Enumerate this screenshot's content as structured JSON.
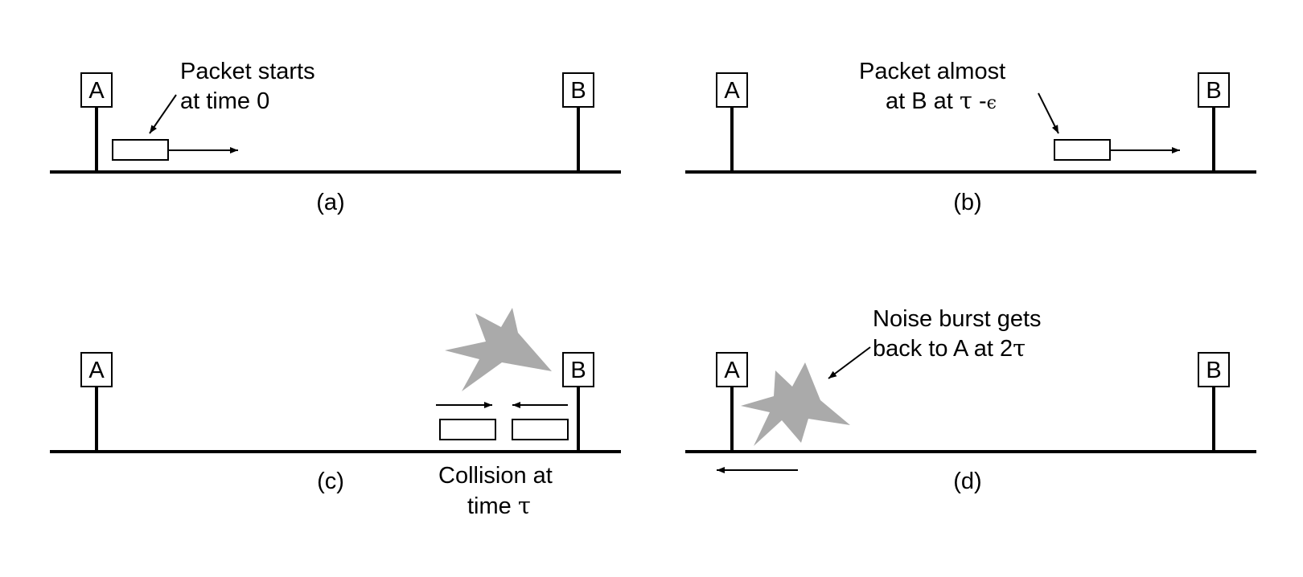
{
  "colors": {
    "ink": "#000000",
    "burst": "#aaaaaa",
    "background": "#ffffff"
  },
  "stations": {
    "a": "A",
    "b": "B"
  },
  "panels": [
    {
      "caption": "(a)",
      "annotation": [
        "Packet starts",
        "at time 0"
      ]
    },
    {
      "caption": "(b)",
      "annotation": [
        "Packet almost",
        "at B at ",
        "τ",
        " -",
        "ϵ"
      ]
    },
    {
      "caption": "(c)",
      "annotation": [
        "Collision at",
        "time ",
        "τ"
      ]
    },
    {
      "caption": "(d)",
      "annotation": [
        "Noise burst gets",
        "back to A  at 2",
        "τ"
      ]
    }
  ]
}
